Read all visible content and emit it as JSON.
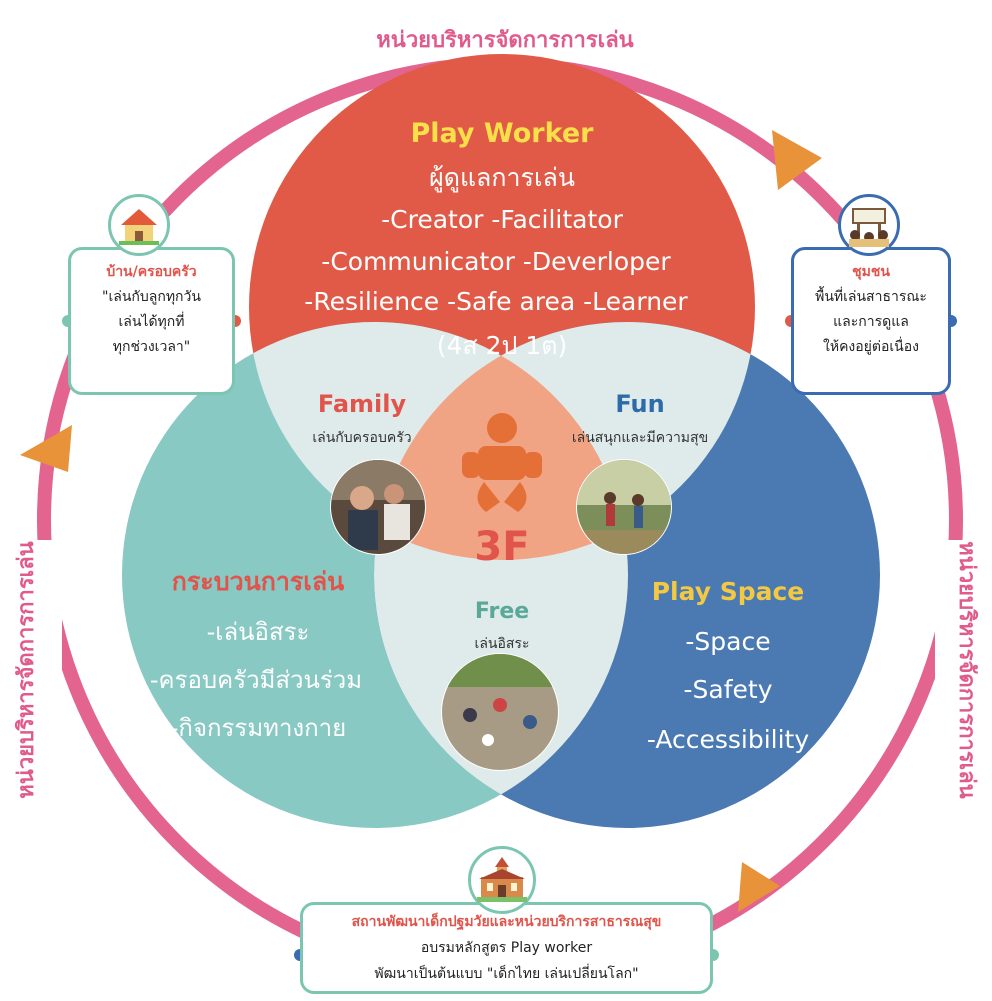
{
  "ring": {
    "top_label": "หน่วยบริหารจัดการการเล่น",
    "left_label": "หน่วยบริหารจัดการการเล่น",
    "right_label": "หน่วยบริหารจัดการการเล่น"
  },
  "play_worker": {
    "title": "Play Worker",
    "subtitle": "ผู้ดูแลการเล่น",
    "line1": "-Creator   -Facilitator",
    "line2": "-Communicator  -Deverloper",
    "line3": "-Resilience  -Safe area  -Learner",
    "line4": "(4ส 2ป 1ต)"
  },
  "process": {
    "title": "กระบวนการเล่น",
    "item1": "-เล่นอิสระ",
    "item2": "-ครอบครัวมีส่วนร่วม",
    "item3": "-กิจกรรมทางกาย"
  },
  "play_space": {
    "title": "Play Space",
    "item1": "-Space",
    "item2": "-Safety",
    "item3": "-Accessibility"
  },
  "family": {
    "title": "Family",
    "subtitle": "เล่นกับครอบครัว"
  },
  "fun": {
    "title": "Fun",
    "subtitle": "เล่นสนุกและมีความสุข"
  },
  "free": {
    "title": "Free",
    "subtitle": "เล่นอิสระ"
  },
  "center": {
    "label": "3F"
  },
  "home_box": {
    "title": "บ้าน/ครอบครัว",
    "line1": "\"เล่นกับลูกทุกวัน",
    "line2": "เล่นได้ทุกที่",
    "line3": "ทุกช่วงเวลา\""
  },
  "community_box": {
    "title": "ชุมชน",
    "line1": "พื้นที่เล่นสาธารณะ",
    "line2": "และการดูแล",
    "line3": "ให้คงอยู่ต่อเนื่อง"
  },
  "bottom_box": {
    "title": "สถานพัฒนาเด็กปฐมวัยและหน่วยบริการสาธารณสุข",
    "line1": "อบรมหลักสูตร Play worker",
    "line2": "พัฒนาเป็นต้นแบบ \"เด็กไทย เล่นเปลี่ยนโลก\""
  },
  "colors": {
    "ring": "#e2648f",
    "arrow": "#e8923a",
    "play_worker": "#e05a47",
    "process": "#88c9c3",
    "play_space": "#4b79b1",
    "overlap": "#dfebea",
    "center": "#f0a484",
    "baby": "#e47037",
    "yellow_title": "#f9e04a",
    "red_title": "#e0544b",
    "blue_title": "#2d6ca8",
    "green_title": "#5aa89a"
  },
  "icons": {
    "home": "house-icon",
    "community": "community-sign-icon",
    "school": "school-building-icon",
    "baby": "baby-icon"
  }
}
